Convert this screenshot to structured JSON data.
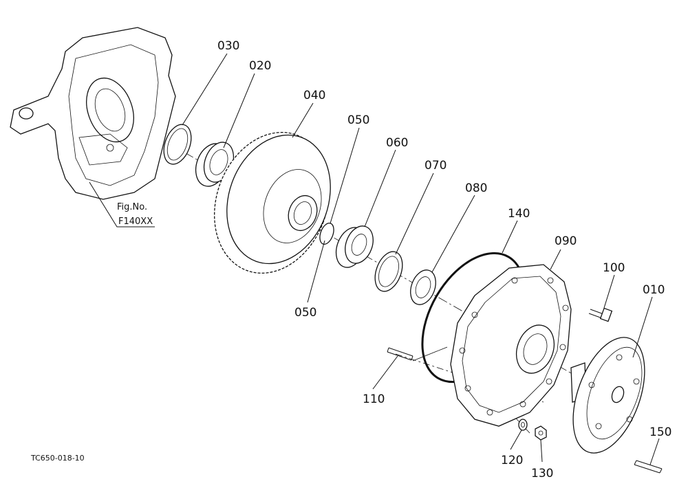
{
  "diagram": {
    "callouts": [
      {
        "id": "c030",
        "text": "030"
      },
      {
        "id": "c020",
        "text": "020"
      },
      {
        "id": "c040",
        "text": "040"
      },
      {
        "id": "c050a",
        "text": "050"
      },
      {
        "id": "c060",
        "text": "060"
      },
      {
        "id": "c070",
        "text": "070"
      },
      {
        "id": "c080",
        "text": "080"
      },
      {
        "id": "c140",
        "text": "140"
      },
      {
        "id": "c090",
        "text": "090"
      },
      {
        "id": "c100",
        "text": "100"
      },
      {
        "id": "c010",
        "text": "010"
      },
      {
        "id": "c050b",
        "text": "050"
      },
      {
        "id": "c110",
        "text": "110"
      },
      {
        "id": "c120",
        "text": "120"
      },
      {
        "id": "c130",
        "text": "130"
      },
      {
        "id": "c150",
        "text": "150"
      }
    ],
    "figure_ref": {
      "line1": "Fig.No.",
      "line2": "F140XX"
    },
    "drawing_code": "TC650-018-10"
  }
}
